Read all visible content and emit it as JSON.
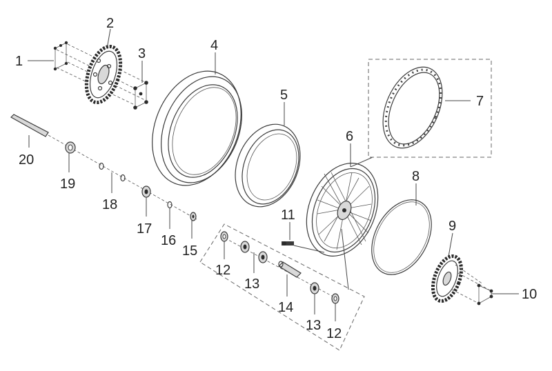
{
  "callouts": [
    {
      "id": "c1",
      "text": "1"
    },
    {
      "id": "c2",
      "text": "2"
    },
    {
      "id": "c3",
      "text": "3"
    },
    {
      "id": "c4",
      "text": "4"
    },
    {
      "id": "c5",
      "text": "5"
    },
    {
      "id": "c6",
      "text": "6"
    },
    {
      "id": "c7",
      "text": "7"
    },
    {
      "id": "c8",
      "text": "8"
    },
    {
      "id": "c9",
      "text": "9"
    },
    {
      "id": "c10",
      "text": "10"
    },
    {
      "id": "c11",
      "text": "11"
    },
    {
      "id": "c12a",
      "text": "12"
    },
    {
      "id": "c12b",
      "text": "12"
    },
    {
      "id": "c13a",
      "text": "13"
    },
    {
      "id": "c13b",
      "text": "13"
    },
    {
      "id": "c14",
      "text": "14"
    },
    {
      "id": "c15",
      "text": "15"
    },
    {
      "id": "c16",
      "text": "16"
    },
    {
      "id": "c17",
      "text": "17"
    },
    {
      "id": "c18",
      "text": "18"
    },
    {
      "id": "c19",
      "text": "19"
    },
    {
      "id": "c20",
      "text": "20"
    }
  ]
}
